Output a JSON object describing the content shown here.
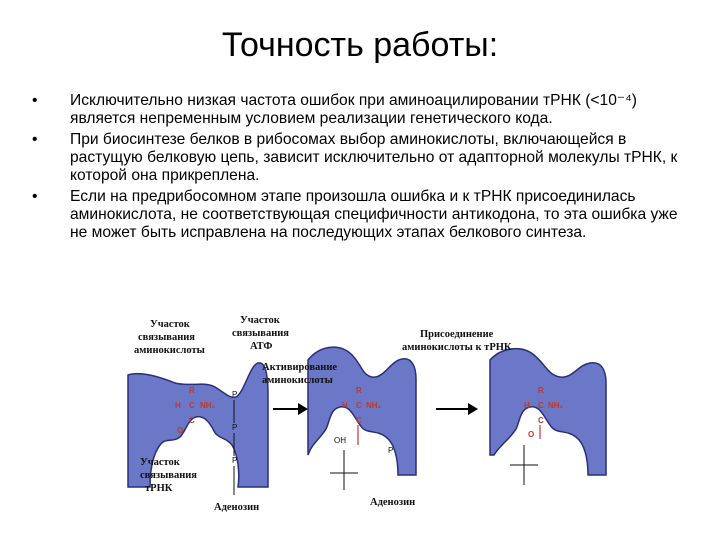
{
  "title": "Точность работы:",
  "bullets": [
    {
      "marker": "•",
      "text": "Исключительно низкая частота ошибок при аминоацилировании тРНК (<10⁻⁴) является непременным условием реализации генетического кода."
    },
    {
      "marker": "•",
      "text": "При биосинтезе белков в рибосомах выбор аминокислоты, включающейся в растущую белковую цепь, зависит исключительно от адапторной молекулы тРНК, к которой она прикреплена."
    },
    {
      "marker": "•",
      "text": "Если на предрибосомном этапе произошла ошибка и к тРНК присоединилась аминокислота, не соответствующая специфичности антикодона, то эта ошибка уже не может быть исправлена на последующих этапах белкового синтеза."
    }
  ],
  "figure": {
    "labels": {
      "aa_site": [
        "Участок",
        "связывания",
        "аминокислоты"
      ],
      "atp_site": [
        "Участок",
        "связывания",
        "АТФ"
      ],
      "activation": [
        "Активирование",
        "аминокислоты"
      ],
      "trna_site": [
        "Участок",
        "связывания",
        "тРНК"
      ],
      "adenosine1": "Аденозин",
      "adenosine2": "Аденозин",
      "attachment": [
        "Присоединение",
        "аминокислоты к тРНК"
      ]
    },
    "chem": {
      "R": "R",
      "H": "H",
      "C": "C",
      "NH2": "NH₂",
      "O": "O",
      "P": "P",
      "OH": "OH",
      "H2": "H"
    },
    "colors": {
      "enzyme": "#6b77c7",
      "enzyme_edge": "#2a2f7a",
      "amino_acid": "#c0392b",
      "arrow": "#000000"
    }
  }
}
